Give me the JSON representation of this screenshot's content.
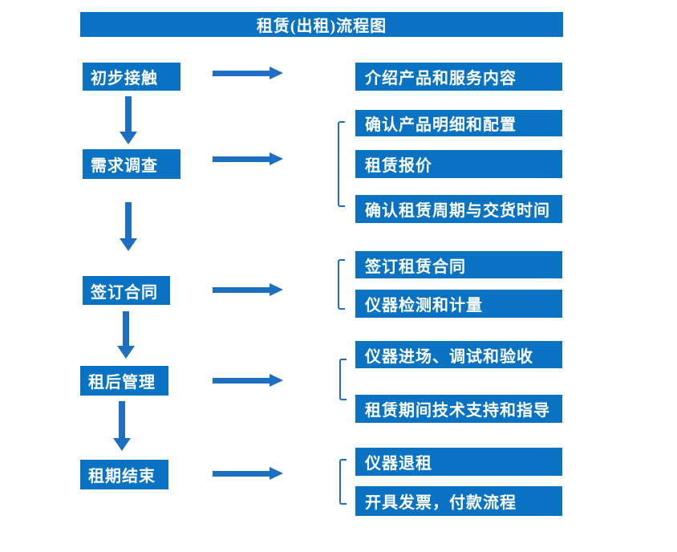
{
  "title": "租赁(出租)流程图",
  "colors": {
    "box_blue": "#0a72c3",
    "arrow_blue": "#1e6ec2",
    "text_white": "#ffffff",
    "background": "#ffffff"
  },
  "steps": [
    {
      "label": "初步接触",
      "details": [
        "介绍产品和服务内容"
      ]
    },
    {
      "label": "需求调查",
      "details": [
        "确认产品明细和配置",
        "租赁报价",
        "确认租赁周期与交货时间"
      ]
    },
    {
      "label": "签订合同",
      "details": [
        "签订租赁合同",
        "仪器检测和计量"
      ]
    },
    {
      "label": "租后管理",
      "details": [
        "仪器进场、调试和验收",
        "租赁期间技术支持和指导"
      ]
    },
    {
      "label": "租期结束",
      "details": [
        "仪器退租",
        "开具发票，付款流程"
      ]
    }
  ]
}
